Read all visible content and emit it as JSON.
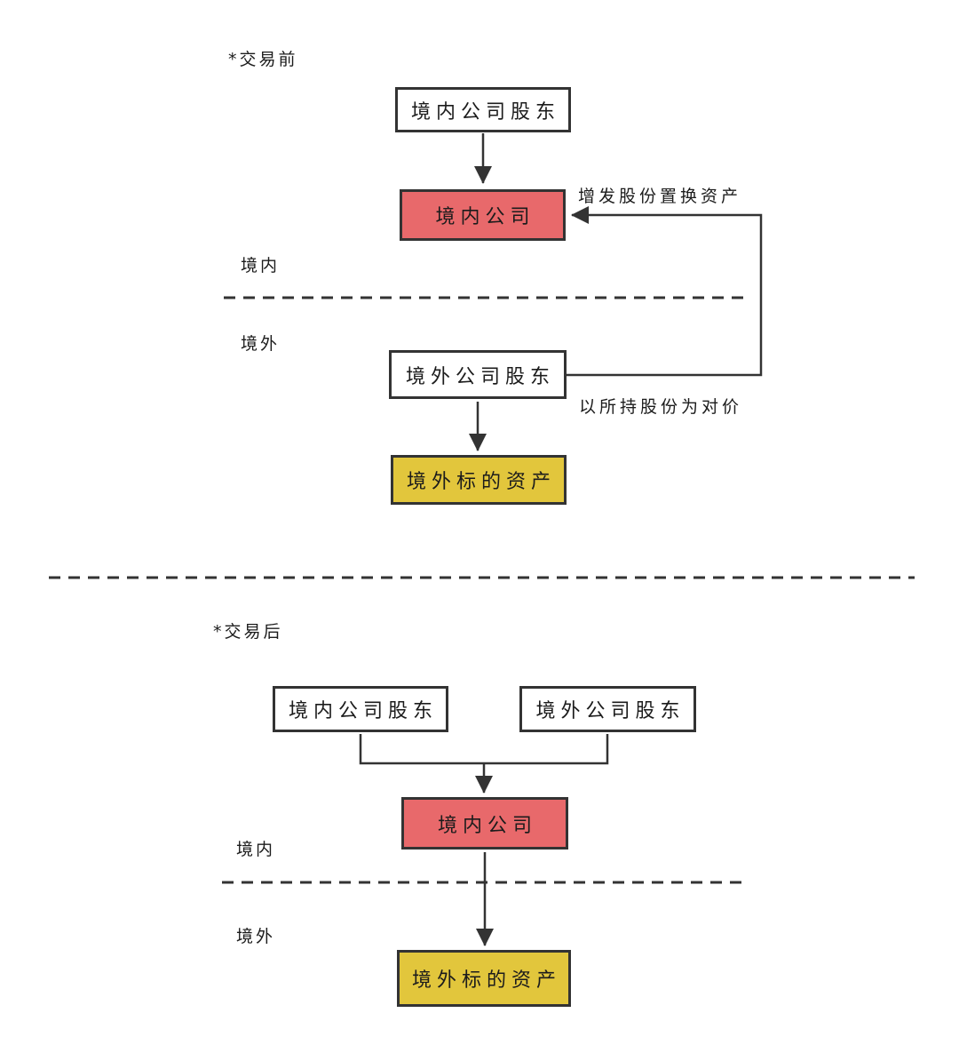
{
  "colors": {
    "line": "#333333",
    "node_border": "#333333",
    "node_red_fill": "#E8696B",
    "node_yellow_fill": "#E2C63C",
    "background": "#FFFFFF",
    "text": "#1C1C1C"
  },
  "before": {
    "section_label": "*交易前",
    "nodes": {
      "domestic_shareholders": "境内公司股东",
      "domestic_company": "境内公司",
      "overseas_shareholders": "境外公司股东",
      "overseas_assets": "境外标的资产"
    },
    "regions": {
      "domestic": "境内",
      "overseas": "境外"
    },
    "edge_labels": {
      "share_swap": "增发股份置换资产",
      "consideration": "以所持股份为对价"
    }
  },
  "after": {
    "section_label": "*交易后",
    "nodes": {
      "domestic_shareholders": "境内公司股东",
      "overseas_shareholders": "境外公司股东",
      "domestic_company": "境内公司",
      "overseas_assets": "境外标的资产"
    },
    "regions": {
      "domestic": "境内",
      "overseas": "境外"
    }
  }
}
